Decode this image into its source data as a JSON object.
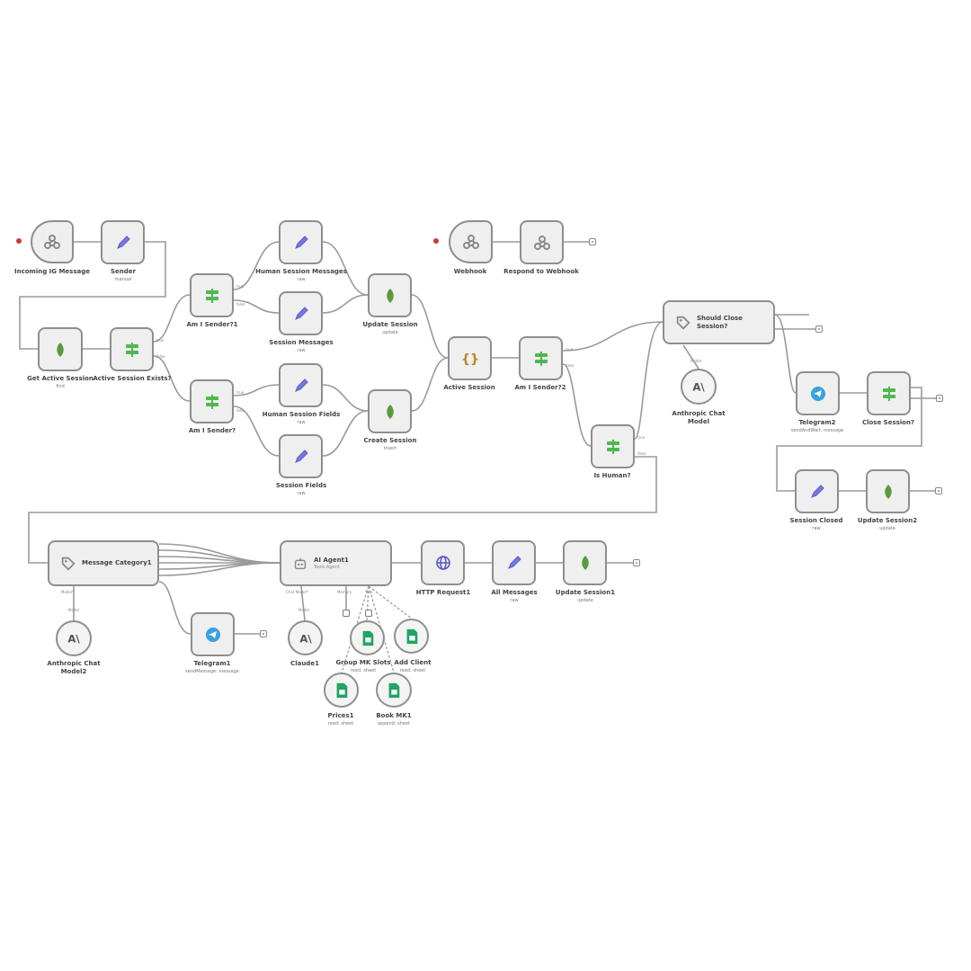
{
  "workflow": {
    "nodes": {
      "incoming": {
        "label": "Incoming IG Message",
        "sub": "",
        "icon": "webhook-icon"
      },
      "sender": {
        "label": "Sender",
        "sub": "manual",
        "icon": "pencil-icon"
      },
      "get_active": {
        "label": "Get Active Session",
        "sub": "find",
        "icon": "mongodb-leaf-icon"
      },
      "active_exists": {
        "label": "Active Session Exists?",
        "sub": "",
        "icon": "if-branch-icon"
      },
      "am_sender1": {
        "label": "Am I Sender?1",
        "sub": "",
        "icon": "if-branch-icon"
      },
      "am_sender": {
        "label": "Am I Sender?",
        "sub": "",
        "icon": "if-branch-icon"
      },
      "human_msgs": {
        "label": "Human Session Messages",
        "sub": "raw",
        "icon": "pencil-icon"
      },
      "session_msgs": {
        "label": "Session Messages",
        "sub": "raw",
        "icon": "pencil-icon"
      },
      "human_fields": {
        "label": "Human Session Fields",
        "sub": "raw",
        "icon": "pencil-icon"
      },
      "session_fields": {
        "label": "Session Fields",
        "sub": "raw",
        "icon": "pencil-icon"
      },
      "update_session": {
        "label": "Update Session",
        "sub": "update",
        "icon": "mongodb-leaf-icon"
      },
      "create_session": {
        "label": "Create Session",
        "sub": "insert",
        "icon": "mongodb-leaf-icon"
      },
      "webhook": {
        "label": "Webhook",
        "sub": "",
        "icon": "webhook-icon"
      },
      "respond": {
        "label": "Respond to Webhook",
        "sub": "",
        "icon": "webhook-icon"
      },
      "active_session": {
        "label": "Active Session",
        "sub": "",
        "icon": "code-braces-icon"
      },
      "am_sender2": {
        "label": "Am I Sender?2",
        "sub": "",
        "icon": "if-branch-icon"
      },
      "is_human": {
        "label": "Is Human?",
        "sub": "",
        "icon": "if-branch-icon"
      },
      "should_close": {
        "label": "Should Close Session?",
        "sub": "",
        "icon": "tag-icon"
      },
      "anthropic_model": {
        "label": "Anthropic Chat Model",
        "sub": "",
        "icon": "anthropic-icon"
      },
      "telegram2": {
        "label": "Telegram2",
        "sub": "sendAndWait: message",
        "icon": "telegram-icon"
      },
      "close_session": {
        "label": "Close Session?",
        "sub": "",
        "icon": "if-branch-icon"
      },
      "session_closed": {
        "label": "Session Closed",
        "sub": "raw",
        "icon": "pencil-icon"
      },
      "update_session2": {
        "label": "Update Session2",
        "sub": "update",
        "icon": "mongodb-leaf-icon"
      },
      "message_category": {
        "label": "Message Category1",
        "sub": "",
        "icon": "tag-icon"
      },
      "anthropic_model2": {
        "label": "Anthropic Chat Model2",
        "sub": "",
        "icon": "anthropic-icon"
      },
      "telegram1": {
        "label": "Telegram1",
        "sub": "sendMessage: message",
        "icon": "telegram-icon"
      },
      "ai_agent": {
        "label": "AI Agent1",
        "sub": "Tools Agent",
        "icon": "robot-icon"
      },
      "claude1": {
        "label": "Claude1",
        "sub": "",
        "icon": "anthropic-icon"
      },
      "group_mk": {
        "label": "Group MK Slots",
        "sub": "read: sheet",
        "icon": "sheets-icon"
      },
      "add_client": {
        "label": "Add Client",
        "sub": "read: sheet",
        "icon": "sheets-icon"
      },
      "prices1": {
        "label": "Prices1",
        "sub": "read: sheet",
        "icon": "sheets-icon"
      },
      "book_mk": {
        "label": "Book MK1",
        "sub": "append: sheet",
        "icon": "sheets-icon"
      },
      "http_request": {
        "label": "HTTP Request1",
        "sub": "",
        "icon": "globe-icon"
      },
      "all_messages": {
        "label": "All Messages",
        "sub": "raw",
        "icon": "pencil-icon"
      },
      "update_session1": {
        "label": "Update Session1",
        "sub": "update",
        "icon": "mongodb-leaf-icon"
      }
    },
    "ports": {
      "true": "true",
      "false": "false",
      "model": "Model",
      "chat_model": "Chat Model*",
      "memory": "Memory",
      "tool": "Tool",
      "model_req": "Model*"
    }
  }
}
